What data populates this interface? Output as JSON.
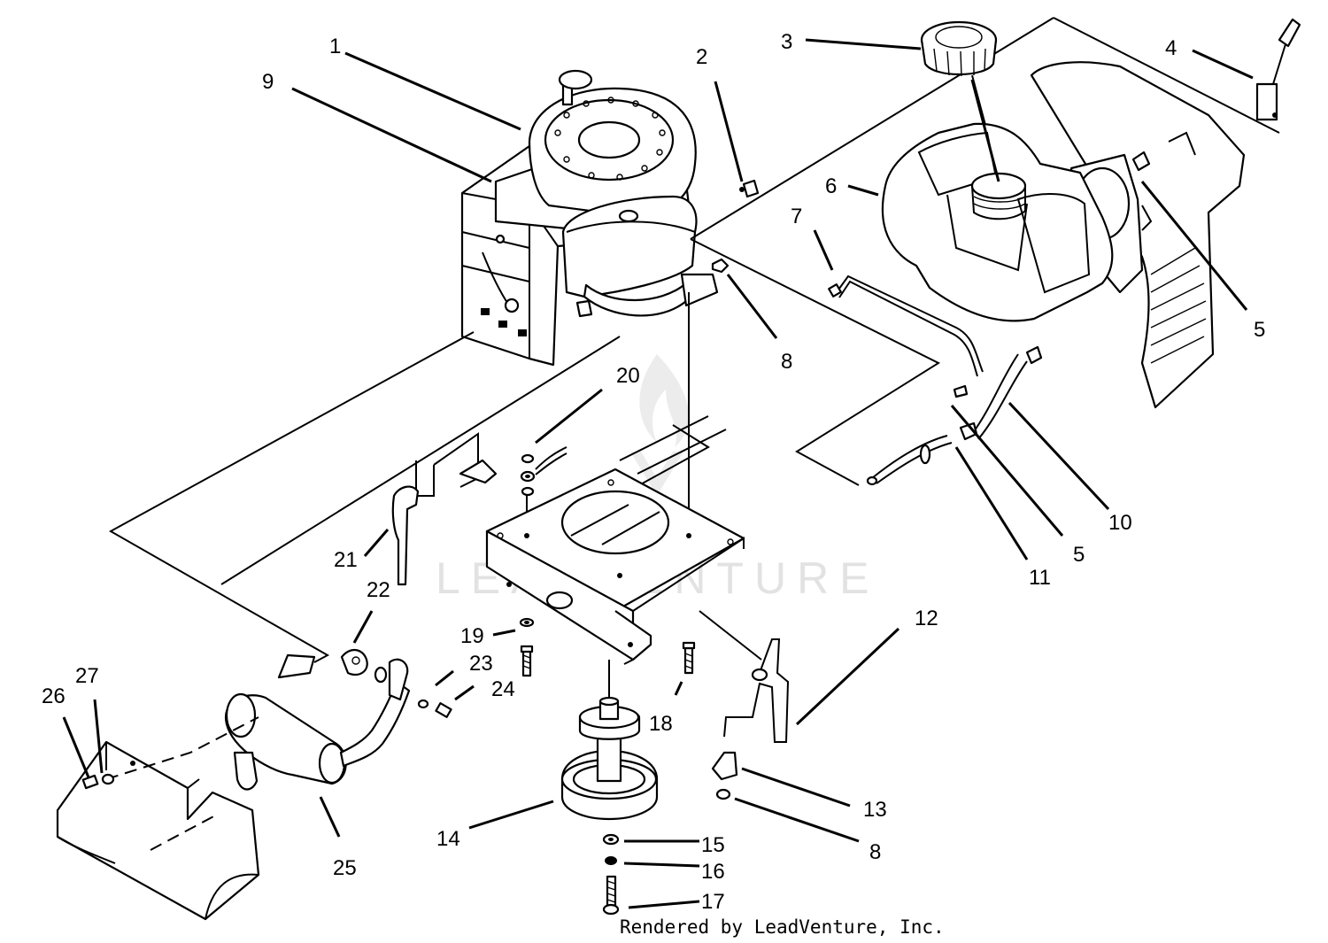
{
  "watermark": "LEADVENTURE",
  "footer": {
    "credit": "Rendered by LeadVenture, Inc."
  },
  "callouts": [
    {
      "id": "c1",
      "label": "1"
    },
    {
      "id": "c2",
      "label": "2"
    },
    {
      "id": "c3",
      "label": "3"
    },
    {
      "id": "c4",
      "label": "4"
    },
    {
      "id": "c5a",
      "label": "5"
    },
    {
      "id": "c5b",
      "label": "5"
    },
    {
      "id": "c6",
      "label": "6"
    },
    {
      "id": "c7",
      "label": "7"
    },
    {
      "id": "c8a",
      "label": "8"
    },
    {
      "id": "c8b",
      "label": "8"
    },
    {
      "id": "c9",
      "label": "9"
    },
    {
      "id": "c10",
      "label": "10"
    },
    {
      "id": "c11",
      "label": "11"
    },
    {
      "id": "c12",
      "label": "12"
    },
    {
      "id": "c13",
      "label": "13"
    },
    {
      "id": "c14",
      "label": "14"
    },
    {
      "id": "c15",
      "label": "15"
    },
    {
      "id": "c16",
      "label": "16"
    },
    {
      "id": "c17",
      "label": "17"
    },
    {
      "id": "c18",
      "label": "18"
    },
    {
      "id": "c19",
      "label": "19"
    },
    {
      "id": "c20",
      "label": "20"
    },
    {
      "id": "c21",
      "label": "21"
    },
    {
      "id": "c22",
      "label": "22"
    },
    {
      "id": "c23",
      "label": "23"
    },
    {
      "id": "c24",
      "label": "24"
    },
    {
      "id": "c25",
      "label": "25"
    },
    {
      "id": "c26",
      "label": "26"
    },
    {
      "id": "c27",
      "label": "27"
    }
  ]
}
